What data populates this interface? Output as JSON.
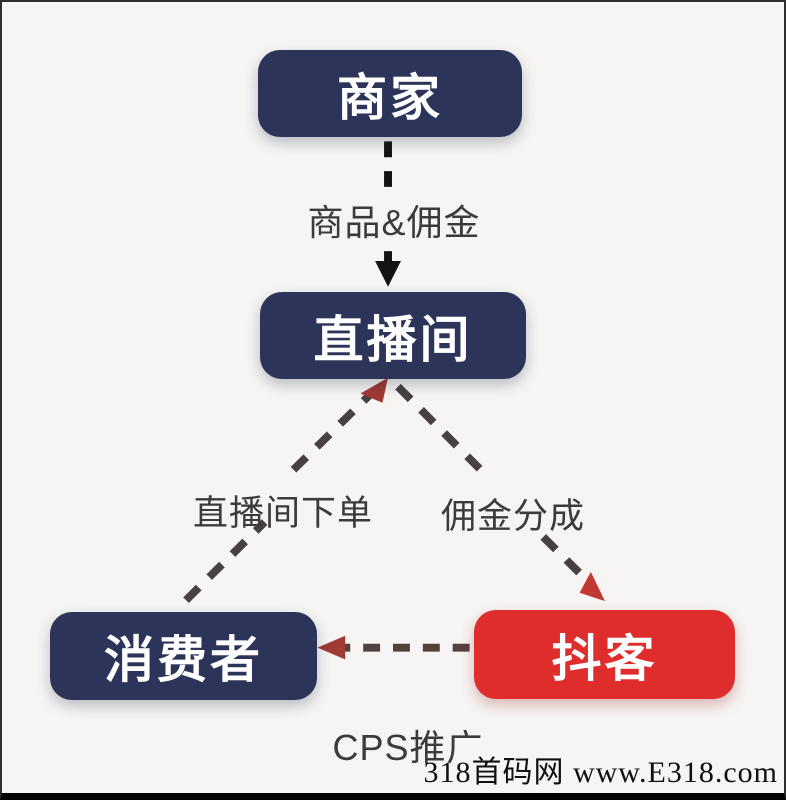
{
  "diagram": {
    "title_none": "",
    "nodes": {
      "merchant": {
        "label": "商家",
        "color": "#2d3459"
      },
      "live_room": {
        "label": "直播间",
        "color": "#2d3459"
      },
      "consumer": {
        "label": "消费者",
        "color": "#2d3459"
      },
      "douke": {
        "label": "抖客",
        "color": "#df2d2d"
      }
    },
    "edges": {
      "merchant_to_live_room": {
        "label": "商品&佣金",
        "from": "merchant",
        "to": "live_room",
        "style": "dashed"
      },
      "consumer_to_live_room": {
        "label": "直播间下单",
        "from": "consumer",
        "to": "live_room",
        "style": "dashed"
      },
      "live_room_to_douke": {
        "label": "佣金分成",
        "from": "live_room",
        "to": "douke",
        "style": "dashed"
      },
      "douke_to_consumer": {
        "label": "CPS推广",
        "from": "douke",
        "to": "consumer",
        "style": "dashed"
      }
    }
  },
  "watermark": {
    "text": "318首码网 www.E318.com"
  },
  "colors": {
    "background": "#f6f5f3",
    "navy_box": "#2d3459",
    "red_box": "#df2d2d",
    "box_text": "#ffffff",
    "label_text": "#3b3b3b",
    "arrow_black": "#141414",
    "arrow_dash_dark": "#474140",
    "arrow_dash_brown": "#52413d",
    "arrowhead_maroon": "#a03a34",
    "arrowhead_red": "#c23832",
    "border_dark": "#2e2e2e",
    "bottom_bar": "#000000"
  }
}
